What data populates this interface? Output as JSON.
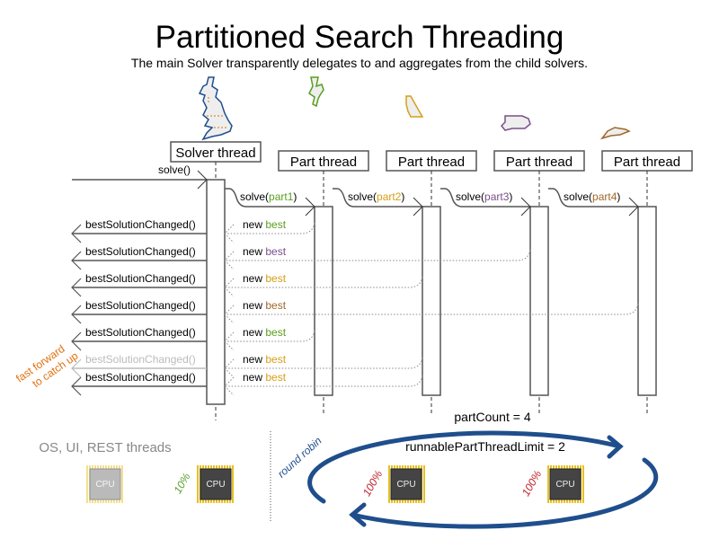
{
  "title": "Partitioned Search Threading",
  "subtitle": "The main Solver transparently delegates to and aggregates from the child solvers.",
  "colors": {
    "part1": "#5a9e1f",
    "part2": "#d4a017",
    "part3": "#7a4f8a",
    "part4": "#a0672a",
    "solver_map": "#1f4e8c",
    "cycle": "#1f4e8c",
    "fast_forward": "#e07010",
    "cpu_full": "#c0202a",
    "cpu_low": "#5aa02c"
  },
  "solver": {
    "label": "Solver thread",
    "call": "solve()"
  },
  "parts": [
    {
      "label": "Part thread",
      "call_prefix": "solve(",
      "arg": "part1",
      "call_suffix": ")",
      "color_key": "part1"
    },
    {
      "label": "Part thread",
      "call_prefix": "solve(",
      "arg": "part2",
      "call_suffix": ")",
      "color_key": "part2"
    },
    {
      "label": "Part thread",
      "call_prefix": "solve(",
      "arg": "part3",
      "call_suffix": ")",
      "color_key": "part3"
    },
    {
      "label": "Part thread",
      "call_prefix": "solve(",
      "arg": "part4",
      "call_suffix": ")",
      "color_key": "part4"
    }
  ],
  "events": [
    {
      "callback": "bestSolutionChanged()",
      "msg": "new",
      "best": "best",
      "from_part": 1,
      "faded": false
    },
    {
      "callback": "bestSolutionChanged()",
      "msg": "new",
      "best": "best",
      "from_part": 3,
      "faded": false
    },
    {
      "callback": "bestSolutionChanged()",
      "msg": "new",
      "best": "best",
      "from_part": 2,
      "faded": false
    },
    {
      "callback": "bestSolutionChanged()",
      "msg": "new",
      "best": "best",
      "from_part": 4,
      "faded": false
    },
    {
      "callback": "bestSolutionChanged()",
      "msg": "new",
      "best": "best",
      "from_part": 1,
      "faded": false
    },
    {
      "callback": "bestSolutionChanged()",
      "msg": "new",
      "best": "best",
      "from_part": 2,
      "faded": true
    },
    {
      "callback": "bestSolutionChanged()",
      "msg": "new",
      "best": "best",
      "from_part": 2,
      "faded": false
    }
  ],
  "fast_forward": [
    "fast forward",
    "to catch up"
  ],
  "bottom": {
    "other_threads": "OS, UI, REST threads",
    "part_count": "partCount = 4",
    "runnable_limit": "runnablePartThreadLimit = 2",
    "round_robin": "round robin",
    "cpu_label": "CPU",
    "cpu_low_usage": "10%",
    "cpu_full_usage_1": "100%",
    "cpu_full_usage_2": "100%"
  }
}
